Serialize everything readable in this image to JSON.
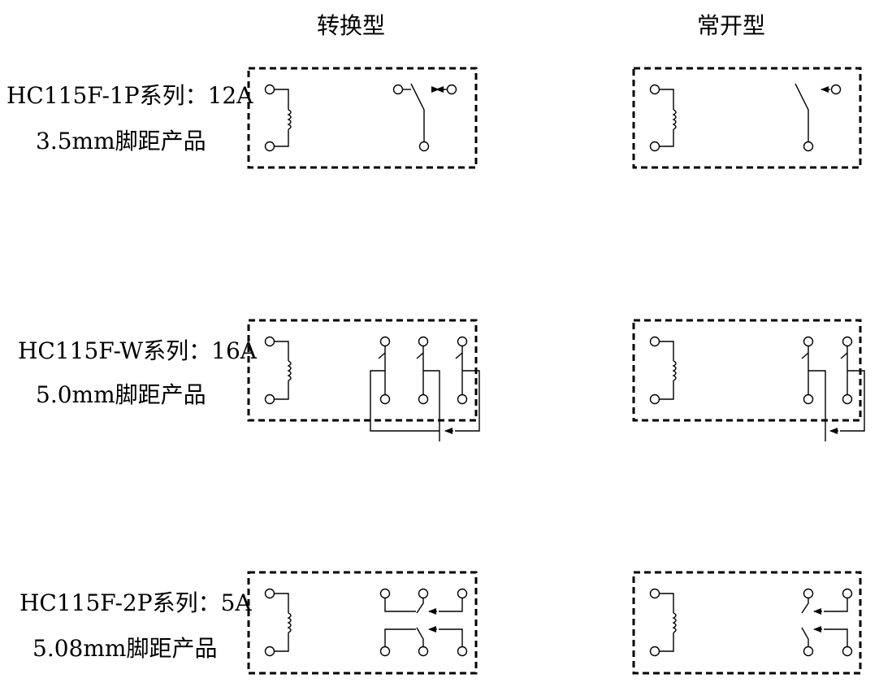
{
  "column_headers": {
    "changeover": "转换型",
    "normally_open": "常开型"
  },
  "rows": [
    {
      "title": "HC115F-1P系列：12A",
      "subtitle": "3.5mm脚距产品"
    },
    {
      "title": "HC115F-W系列：16A",
      "subtitle": "5.0mm脚距产品"
    },
    {
      "title": "HC115F-2P系列：5A",
      "subtitle": "5.08mm脚距产品"
    }
  ]
}
